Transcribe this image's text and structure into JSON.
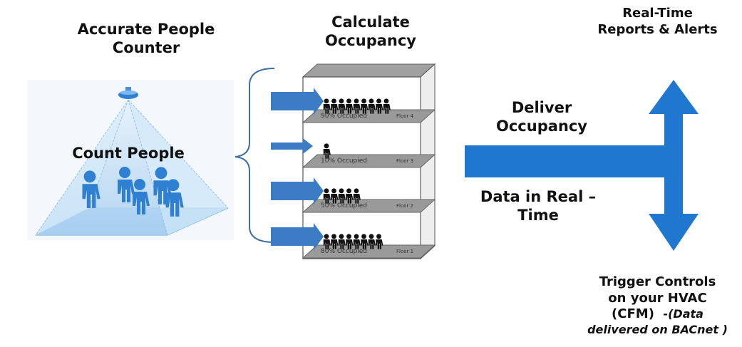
{
  "headings": {
    "people_counter": "Accurate People Counter",
    "calculate": "Calculate Occupancy",
    "reports": "Real-Time Reports & Alerts",
    "deliver": "Deliver Occupancy",
    "data_realtime": "Data in Real – Time",
    "count_people": "Count People",
    "trigger_1": "Trigger Controls",
    "trigger_2": "on your HVAC",
    "trigger_3": "(CFM)",
    "trigger_4": "-(Data",
    "trigger_5": "delivered on BACnet )"
  },
  "floors": [
    {
      "occupancy": "90% Occupied",
      "floor": "Floor 4",
      "people": 9
    },
    {
      "occupancy": "10% Occupied",
      "floor": "Floor 3",
      "people": 1
    },
    {
      "occupancy": "50% Occupied",
      "floor": "Floor 2",
      "people": 5
    },
    {
      "occupancy": "80% Occupied",
      "floor": "Floor 1",
      "people": 8
    }
  ],
  "colors": {
    "accent_blue": "#1f77d0",
    "arrow_blue": "#3c7cc4",
    "cone_blue": "#b9d9f2",
    "person_blue": "#2f7fd3",
    "shelf_gray": "#9a9a9a",
    "box_gray": "#d0d0d0"
  },
  "icons": [
    "ceiling-sensor-icon",
    "person-icon",
    "double-arrow-icon",
    "brace-icon"
  ]
}
